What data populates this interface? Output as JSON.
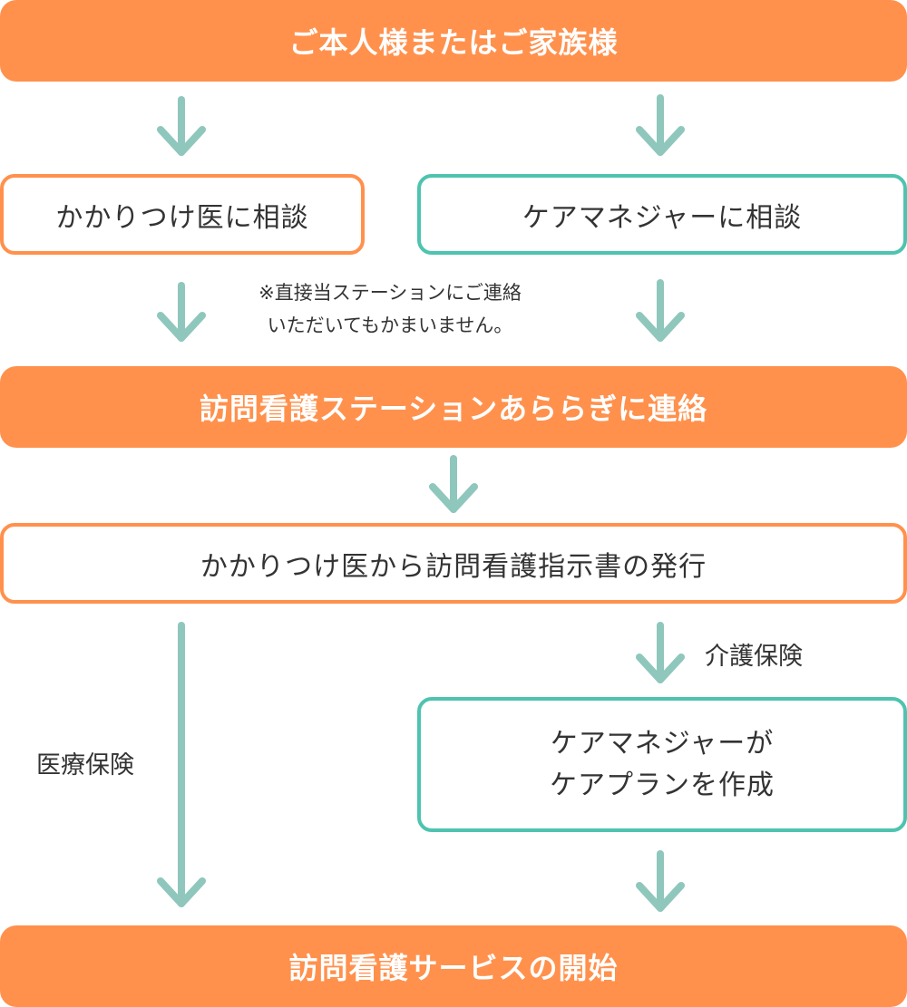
{
  "flow": {
    "start": "ご本人様またはご家族様",
    "consult_doctor": "かかりつけ医に相談",
    "consult_care_manager": "ケアマネジャーに相談",
    "note_line1": "※直接当ステーションにご連絡",
    "note_line2": "いただいてもかまいません。",
    "contact_station": "訪問看護ステーションあららぎに連絡",
    "issue_instruction": "かかりつけ医から訪問看護指示書の発行",
    "medical_insurance": "医療保険",
    "care_insurance": "介護保険",
    "care_plan_line1": "ケアマネジャーが",
    "care_plan_line2": "ケアプランを作成",
    "service_start": "訪問看護サービスの開始"
  },
  "colors": {
    "orange": "#ff914d",
    "teal_border": "#4ec3b0",
    "arrow": "#8fc7bd"
  }
}
